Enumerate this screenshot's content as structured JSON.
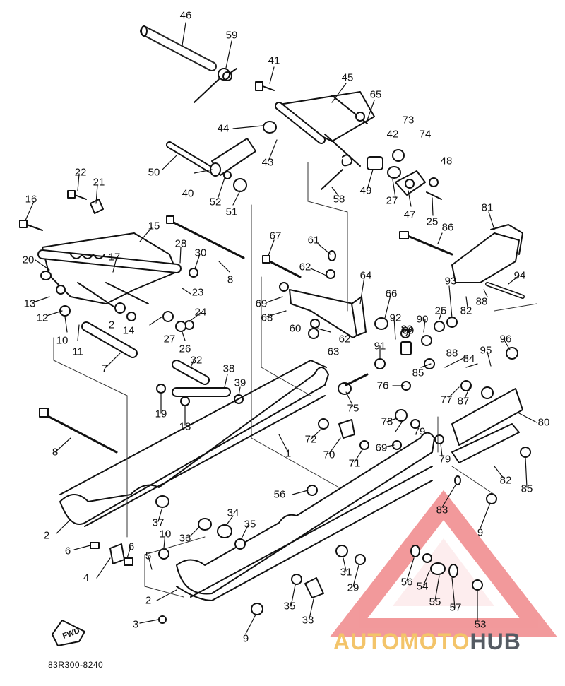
{
  "diagram": {
    "part_code": "83R300-8240",
    "fwd_label": "FWD",
    "watermark": {
      "text_auto": "AUTOMOTO",
      "text_hub": "HUB",
      "color_main": "#f3c46a",
      "color_hub": "#555b63",
      "triangle_color": "#e8474b"
    },
    "callouts": [
      "46",
      "59",
      "41",
      "45",
      "65",
      "44",
      "73",
      "42",
      "74",
      "43",
      "48",
      "50",
      "40",
      "52",
      "51",
      "49",
      "27",
      "47",
      "25",
      "58",
      "22",
      "21",
      "81",
      "86",
      "16",
      "15",
      "67",
      "61",
      "94",
      "28",
      "30",
      "20",
      "17",
      "8",
      "62",
      "64",
      "93",
      "66",
      "13",
      "12",
      "23",
      "69",
      "68",
      "88",
      "82",
      "92",
      "89",
      "90",
      "25",
      "24",
      "27",
      "60",
      "62",
      "89",
      "2",
      "14",
      "26",
      "63",
      "91",
      "10",
      "11",
      "96",
      "95",
      "88",
      "85",
      "84",
      "7",
      "32",
      "38",
      "39",
      "76",
      "77",
      "87",
      "80",
      "19",
      "18",
      "75",
      "79",
      "72",
      "78",
      "70",
      "71",
      "69",
      "79",
      "8",
      "1",
      "82",
      "85",
      "56",
      "83",
      "37",
      "2",
      "9",
      "10",
      "36",
      "34",
      "35",
      "31",
      "6",
      "6",
      "4",
      "5",
      "29",
      "56",
      "54",
      "55",
      "57",
      "2",
      "35",
      "33",
      "9",
      "3",
      "53"
    ]
  }
}
